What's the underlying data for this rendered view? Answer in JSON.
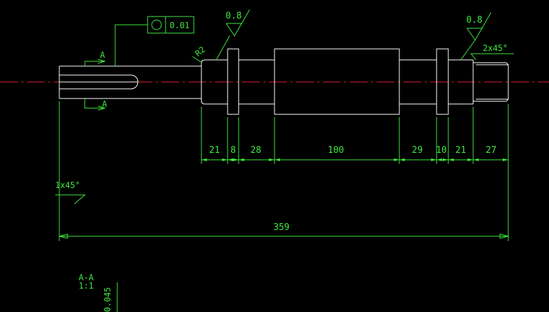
{
  "tolerance": {
    "symbol": "circularity",
    "value": "0.01"
  },
  "roughness": {
    "left": "0.8",
    "right": "0.8"
  },
  "chamfers": {
    "right": "2x45°",
    "left": "1x45°"
  },
  "fillet": "R2",
  "section_marker": "A",
  "segment_dimensions": [
    "21",
    "8",
    "28",
    "100",
    "29",
    "10",
    "21",
    "27"
  ],
  "overall_length": "359",
  "section_view": {
    "title": "A-A",
    "scale": "1:1",
    "depth": "0.045"
  },
  "colors": {
    "geometry": "#ffffff",
    "annotation": "#3ee83e",
    "centerline": "#e0202a",
    "background": "#000000"
  }
}
